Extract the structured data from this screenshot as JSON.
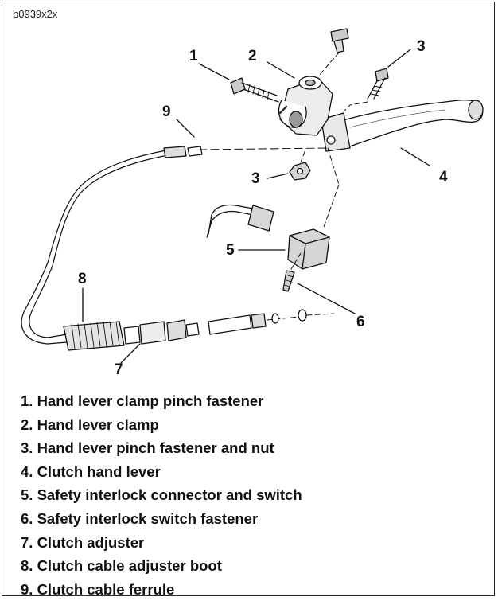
{
  "figure": {
    "id": "b0939x2x"
  },
  "callouts": [
    "1",
    "2",
    "3",
    "3",
    "4",
    "5",
    "6",
    "7",
    "8",
    "9"
  ],
  "legend": [
    "1. Hand lever clamp pinch fastener",
    "2. Hand lever clamp",
    "3. Hand lever pinch fastener and nut",
    "4. Clutch hand lever",
    "5. Safety interlock connector and switch",
    "6. Safety interlock switch fastener",
    "7. Clutch adjuster",
    "8. Clutch cable adjuster boot",
    "9. Clutch cable ferrule"
  ]
}
